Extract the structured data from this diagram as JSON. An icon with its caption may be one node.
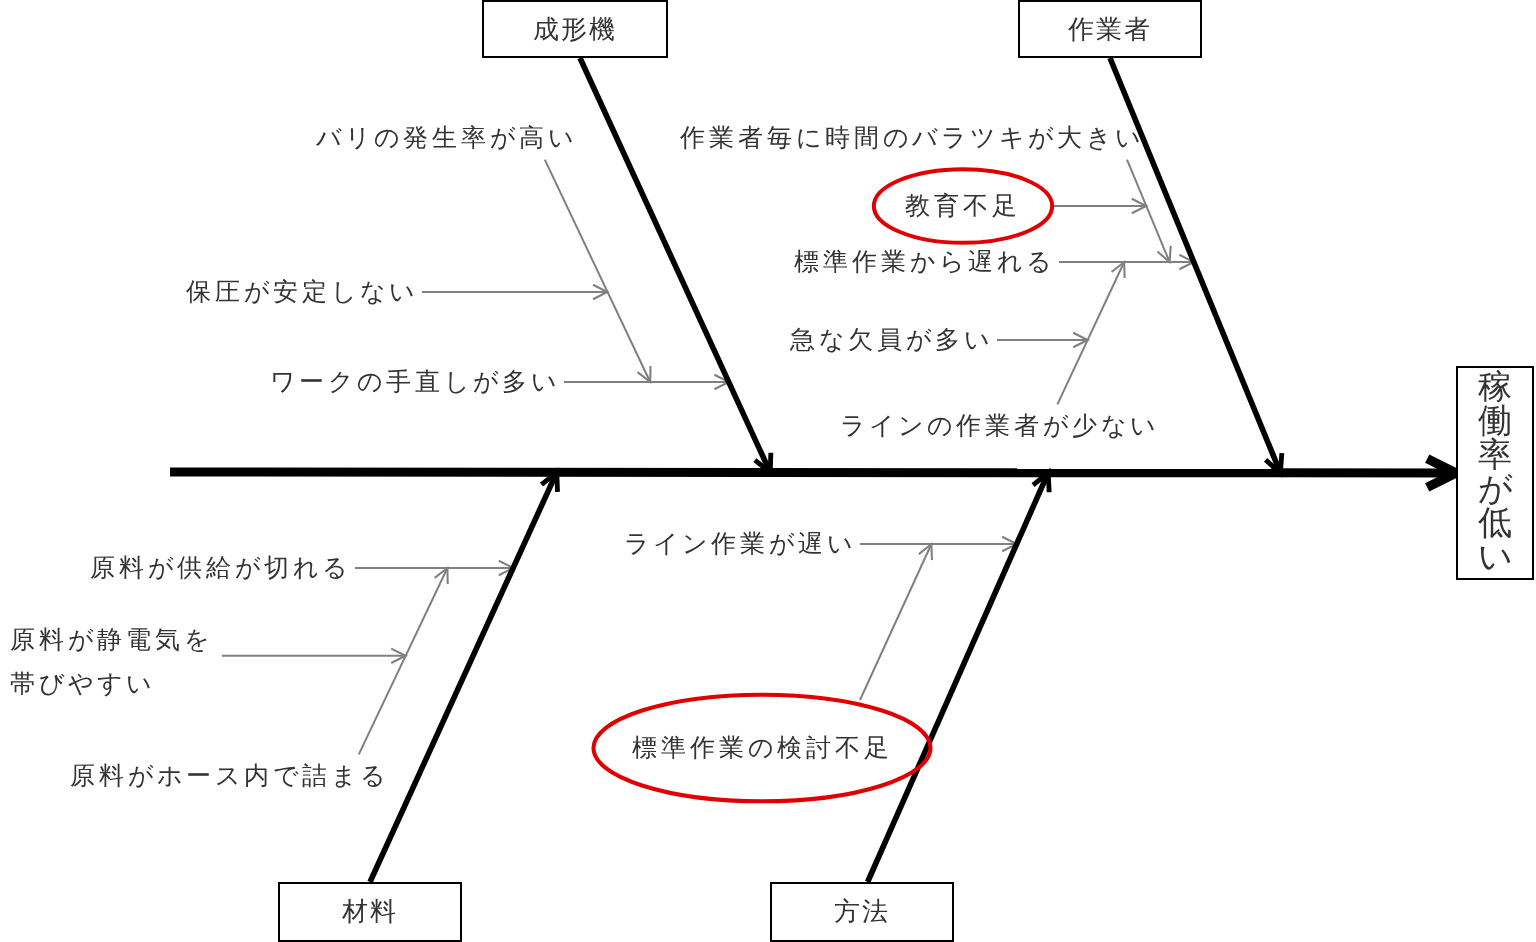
{
  "diagram": {
    "nodes": [
      {
        "text": [
          "成形機"
        ]
      },
      {
        "text": [
          "作業者"
        ]
      },
      {
        "text": [
          "バリの発生率が高い"
        ]
      },
      {
        "text": [
          "作業者毎に時間のバラツキが大きい"
        ]
      },
      {
        "text": [
          "教育不足"
        ]
      },
      {
        "text": [
          "保圧が安定しない"
        ]
      },
      {
        "text": [
          "標準作業から遅れる"
        ]
      },
      {
        "text": [
          "急な欠員が多い"
        ]
      },
      {
        "text": [
          "ワークの手直しが多い"
        ]
      },
      {
        "text": [
          "ラインの作業者が少ない"
        ]
      },
      {
        "text": [
          "稼働率が低い"
        ]
      },
      {
        "text": [
          "ライン作業が遅い"
        ]
      },
      {
        "text": [
          "原料が供給が切れる"
        ]
      },
      {
        "text": [
          "原料が静電気を帯びやすい"
        ]
      },
      {
        "text": [
          "標準作業の検討不足"
        ]
      },
      {
        "text": [
          "原料がホース内で詰まる"
        ]
      },
      {
        "text": [
          "材料"
        ]
      },
      {
        "text": [
          "方法"
        ]
      }
    ],
    "edges": [
      {
        "from": null,
        "to": 10,
        "arrow": "to",
        "color": "#000000"
      },
      {
        "from": 0,
        "to": 10,
        "arrow": "to",
        "color": "#000000"
      },
      {
        "from": 1,
        "to": 10,
        "arrow": "to",
        "color": "#000000"
      },
      {
        "from": 16,
        "to": 10,
        "arrow": "to",
        "color": "#000000"
      },
      {
        "from": 17,
        "to": 10,
        "arrow": "to",
        "color": "#000000"
      },
      {
        "from": 2,
        "to": 10,
        "arrow": "to"
      },
      {
        "from": 5,
        "to": 10,
        "arrow": "to"
      },
      {
        "from": 8,
        "to": 10,
        "arrow": "to"
      },
      {
        "from": 3,
        "to": 10,
        "arrow": "to"
      },
      {
        "from": 4,
        "to": 10,
        "arrow": "to"
      },
      {
        "from": 6,
        "to": 10,
        "arrow": "to"
      },
      {
        "from": 7,
        "to": 10,
        "arrow": "to"
      },
      {
        "from": 9,
        "to": 10,
        "arrow": "to"
      },
      {
        "from": 12,
        "to": 10,
        "arrow": "to"
      },
      {
        "from": 13,
        "to": 10,
        "arrow": "to"
      },
      {
        "from": 15,
        "to": 10,
        "arrow": "to"
      },
      {
        "from": 11,
        "to": 10,
        "arrow": "to"
      },
      {
        "from": 14,
        "to": 10,
        "arrow": "to"
      }
    ]
  }
}
